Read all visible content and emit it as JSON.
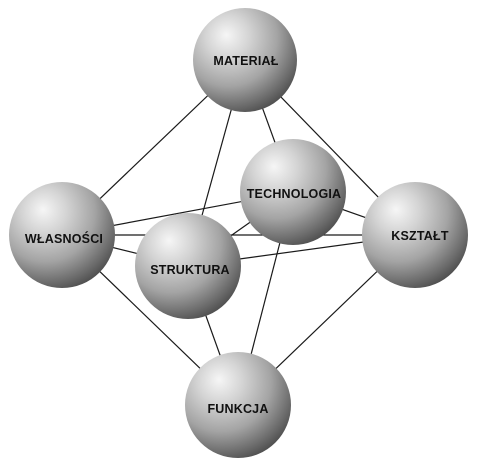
{
  "nodes": [
    {
      "id": "material",
      "label": "MATERIAŁ"
    },
    {
      "id": "technologia",
      "label": "TECHNOLOGIA"
    },
    {
      "id": "wlasnosci",
      "label": "WŁASNOŚCI"
    },
    {
      "id": "struktura",
      "label": "STRUKTURA"
    },
    {
      "id": "ksztalt",
      "label": "KSZTAŁT"
    },
    {
      "id": "funkcja",
      "label": "FUNKCJA"
    }
  ],
  "colors": {
    "sphere_highlight": "#f4f4f4",
    "sphere_mid": "#a9a9a9",
    "sphere_shadow": "#4a4a4a",
    "edge": "#1a1a1a",
    "label": "#111111"
  }
}
